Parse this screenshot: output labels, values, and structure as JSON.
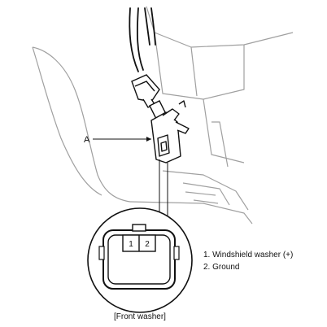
{
  "callout_label": "A",
  "connector_pins": [
    "1",
    "2"
  ],
  "pin_legend": [
    "1. Windshield washer (+)",
    "2. Ground"
  ],
  "caption": "[Front washer]"
}
